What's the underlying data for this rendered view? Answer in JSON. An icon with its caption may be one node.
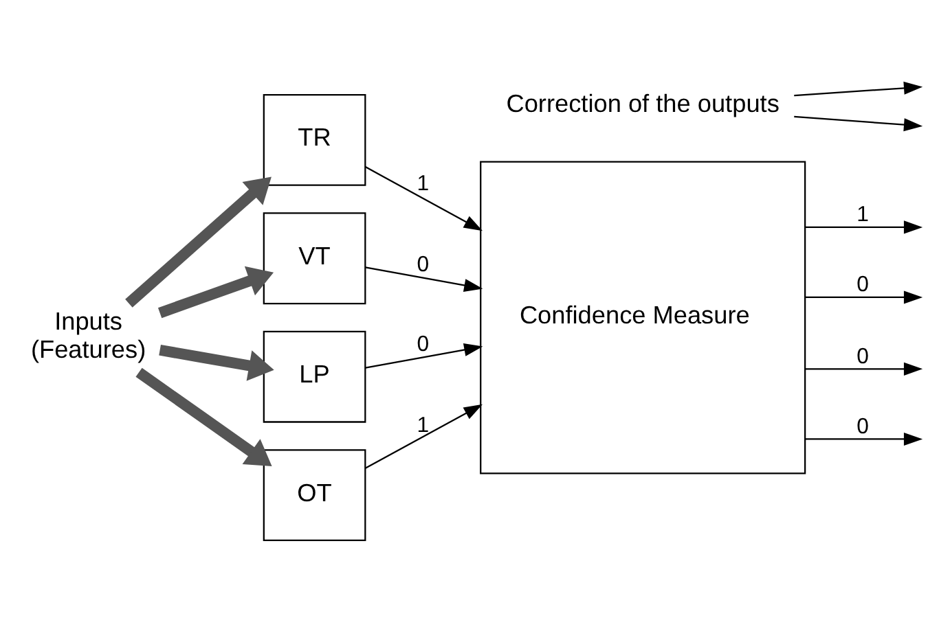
{
  "diagram": {
    "nodes": [
      {
        "text": [
          "Inputs",
          "(Features)"
        ]
      },
      {
        "text": [
          "TR"
        ]
      },
      {
        "text": [
          "VT"
        ]
      },
      {
        "text": [
          "LP"
        ]
      },
      {
        "text": [
          "OT"
        ]
      },
      {
        "text": [
          "Confidence Measure"
        ]
      },
      {
        "text": [
          "Correction of the outputs"
        ]
      }
    ],
    "edges": [
      {
        "from": 0,
        "to": 1,
        "arrow": "to",
        "style": "thick",
        "color": "#555555"
      },
      {
        "from": 0,
        "to": 2,
        "arrow": "to",
        "style": "thick",
        "color": "#555555"
      },
      {
        "from": 0,
        "to": 3,
        "arrow": "to",
        "style": "thick",
        "color": "#555555"
      },
      {
        "from": 0,
        "to": 4,
        "arrow": "to",
        "style": "thick",
        "color": "#555555"
      },
      {
        "from": 1,
        "to": 5,
        "arrow": "to",
        "label": "1"
      },
      {
        "from": 2,
        "to": 5,
        "arrow": "to",
        "label": "0"
      },
      {
        "from": 3,
        "to": 5,
        "arrow": "to",
        "label": "0"
      },
      {
        "from": 4,
        "to": 5,
        "arrow": "to",
        "label": "1"
      },
      {
        "from": 5,
        "to": null,
        "arrow": "to",
        "label": "1"
      },
      {
        "from": 5,
        "to": null,
        "arrow": "to",
        "label": "0"
      },
      {
        "from": 5,
        "to": null,
        "arrow": "to",
        "label": "0"
      },
      {
        "from": 5,
        "to": null,
        "arrow": "to",
        "label": "0"
      },
      {
        "from": 6,
        "to": null,
        "arrow": "to"
      },
      {
        "from": 6,
        "to": null,
        "arrow": "to"
      }
    ]
  }
}
